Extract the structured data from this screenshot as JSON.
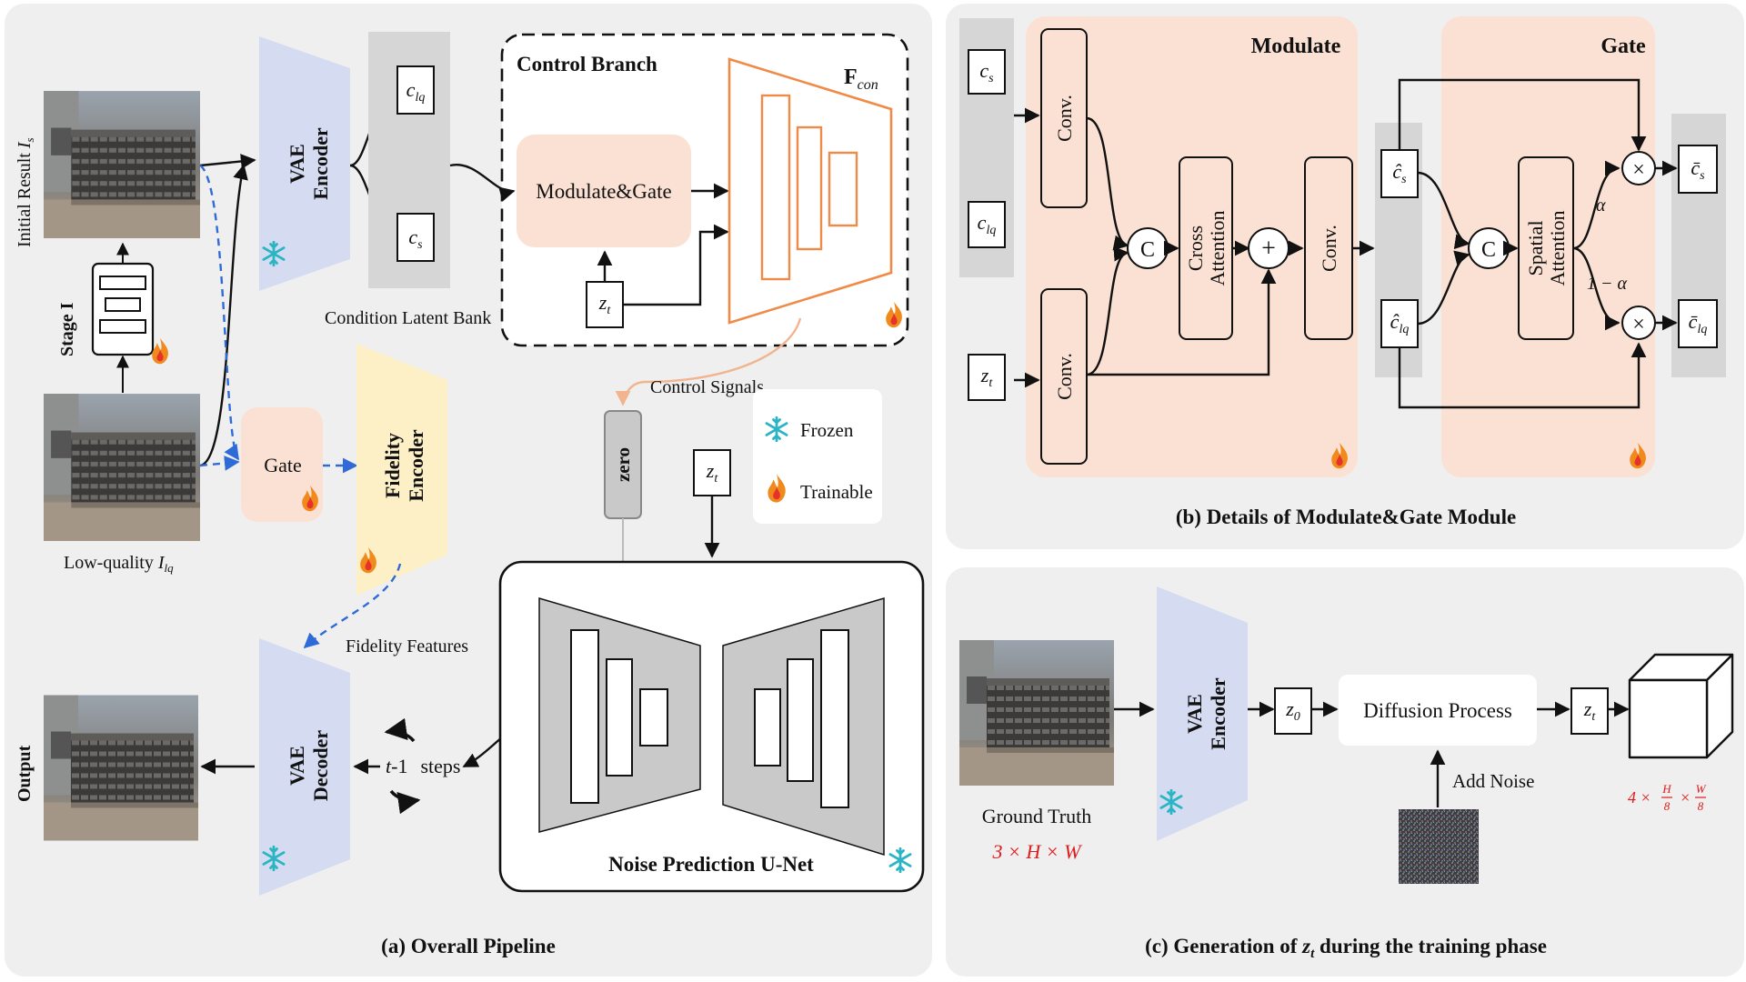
{
  "colors": {
    "panel": "#efefef",
    "peach": "#fbe1d3",
    "vae": "#d5dcf1",
    "fidelity": "#fdefc6",
    "orange": "#ef8a47",
    "blue": "#2f6bd8",
    "red": "#e01b1b",
    "bank": "#d6d6d6",
    "gray_box": "#c9c9c9"
  },
  "panel_a": {
    "caption": "(a) Overall Pipeline",
    "initial_result": "Initial Result",
    "initial_sym": "I",
    "initial_sub": "s",
    "stage1": "Stage I",
    "low_quality": "Low-quality",
    "low_sym": "I",
    "low_sub": "lq",
    "output": "Output",
    "vae_l1": "VAE",
    "enc_l2": "Encoder",
    "dec_l2": "Decoder",
    "c_sym": "c",
    "sub_lq": "lq",
    "sub_s": "s",
    "bank_label": "Condition Latent Bank",
    "control_branch": "Control Branch",
    "fcon": "F",
    "fcon_sub": "con",
    "modulate_gate": "Modulate&Gate",
    "z_sym": "z",
    "z_sub": "t",
    "control_signals": "Control Signals",
    "zero": "zero",
    "gate": "Gate",
    "fid_l1": "Fidelity",
    "fid_l2": "Encoder",
    "fidelity_features": "Fidelity Features",
    "steps_a": "t",
    "steps_b": "-1",
    "steps_c": "steps",
    "unet": "Noise Prediction U-Net",
    "frozen": "Frozen",
    "trainable": "Trainable"
  },
  "panel_b": {
    "caption": "(b) Details of Modulate&Gate Module",
    "modulate": "Modulate",
    "gate": "Gate",
    "conv": "Conv.",
    "cross_l1": "Cross",
    "cross_l2": "Attention",
    "spatial_l1": "Spatial",
    "spatial_l2": "Attention",
    "concat": "C",
    "plus": "+",
    "times": "×",
    "alpha": "α",
    "one_minus_alpha": "1 − α",
    "c_hat": "ĉ",
    "c_bar": "c̄",
    "c_sym": "c",
    "z_sym": "z",
    "sub_s": "s",
    "sub_lq": "lq",
    "sub_t": "t"
  },
  "panel_c": {
    "caption_a": "(c) Generation of",
    "caption_z": "z",
    "caption_sub": "t",
    "caption_b": "during the training phase",
    "ground_truth": "Ground Truth",
    "gt_dim": "3 × H × W",
    "vae_l1": "VAE",
    "enc_l2": "Encoder",
    "z_sym": "z",
    "z0_sub": "0",
    "zt_sub": "t",
    "diffusion": "Diffusion Process",
    "add_noise": "Add Noise",
    "latent_dim_a": "4 ×",
    "latent_h": "H",
    "latent_w": "W",
    "latent_den": "8",
    "latent_x": "×"
  }
}
